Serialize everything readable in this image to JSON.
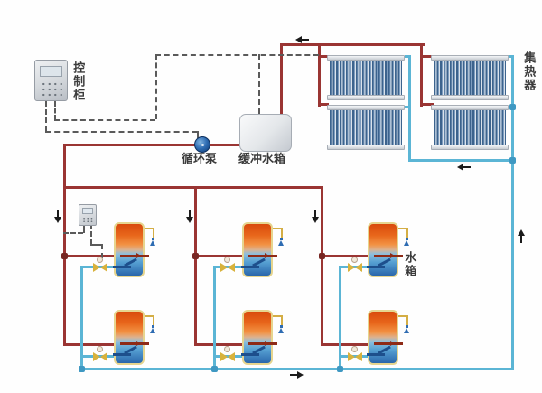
{
  "diagram": {
    "title_context": "solar thermal hot-water system schematic",
    "labels": {
      "control_cabinet": "控制柜",
      "circulation_pump": "循环泵",
      "buffer_tank": "缓冲水箱",
      "collector": "集热器",
      "water_tank": "水箱"
    },
    "colors": {
      "hot_pipe": "#9a3533",
      "cold_pipe": "#5bb5d5",
      "control_wire": "#5a5a5a",
      "tank_hot_zone": "#e8671b",
      "tank_cold_zone": "#2a67ac",
      "valve_body": "#d8b23c",
      "pump_body": "#2e6cb2",
      "background": "#fefefe"
    }
  }
}
